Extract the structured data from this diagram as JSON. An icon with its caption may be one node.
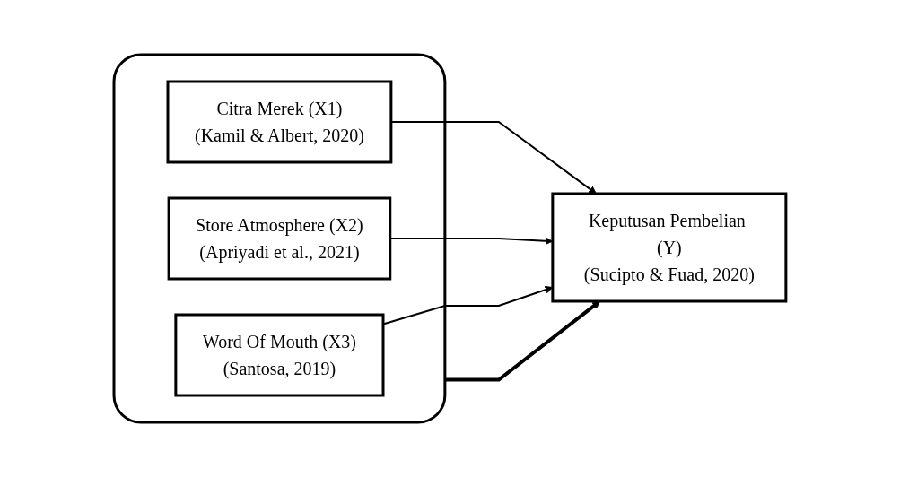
{
  "diagram": {
    "nodes": [
      {
        "text": [],
        "shape": "box"
      },
      {
        "text": [
          "Citra Merek (X1)",
          "(Kamil & Albert, 2020)"
        ],
        "in": 0
      },
      {
        "text": [
          "Store Atmosphere (X2)",
          "(Apriyadi et al., 2021)"
        ],
        "in": 0
      },
      {
        "text": [
          "Word Of Mouth (X3)",
          "(Santosa, 2019)"
        ],
        "in": 0
      },
      {
        "text": [
          "Keputusan Pembelian (Y)",
          "(Sucipto & Fuad, 2020)"
        ]
      }
    ],
    "edges": [
      {
        "from": 1,
        "to": 4,
        "arrow": "to"
      },
      {
        "from": 2,
        "to": 4,
        "arrow": "to"
      },
      {
        "from": 3,
        "to": 4,
        "arrow": "to"
      },
      {
        "from": 0,
        "to": 4,
        "arrow": "to",
        "style": "thick"
      }
    ]
  }
}
